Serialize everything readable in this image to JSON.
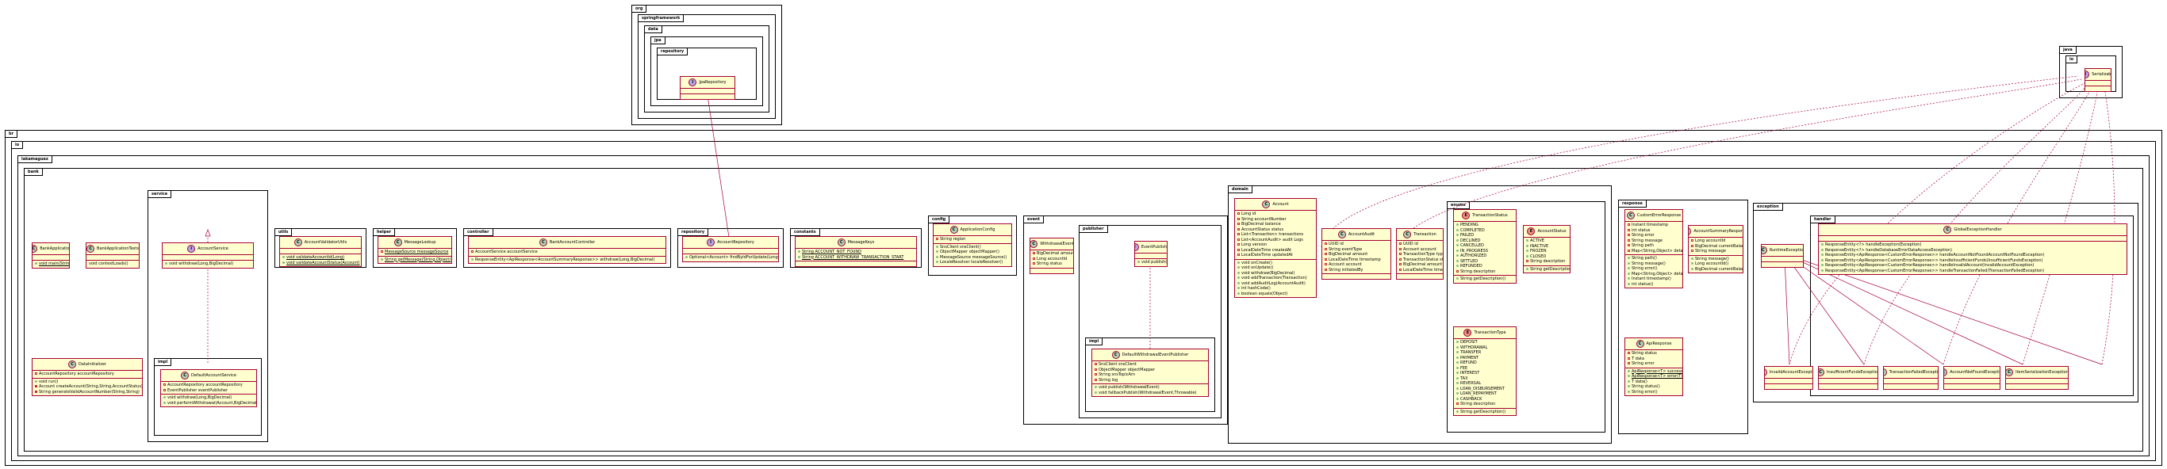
{
  "packages": {
    "org": "org",
    "springframework": "springframework",
    "data": "data",
    "jpa": "jpa",
    "jpa_repository_pkg": "repository",
    "java": "java",
    "io": "io",
    "br": "br",
    "br_io": "io",
    "lakamaguez": "lakamaguez",
    "bank": "bank",
    "service": "service",
    "service_impl": "impl",
    "utils": "utils",
    "helper": "helper",
    "controller": "controller",
    "repository": "repository",
    "constants": "constants",
    "config": "config",
    "event": "event",
    "publisher": "publisher",
    "publisher_impl": "impl",
    "domain": "domain",
    "enums": "enums",
    "response": "response",
    "exception": "exception",
    "handler": "handler"
  },
  "classes": {
    "jpa_repository": {
      "badge": "I",
      "name": "JpaRepository",
      "fields": [],
      "methods": []
    },
    "serializable": {
      "badge": "I",
      "name": "Serializable",
      "fields": [],
      "methods": []
    },
    "bank_application": {
      "badge": "C",
      "name": "BankApplication",
      "fields": [],
      "methods": [
        {
          "v": "pub",
          "t": "void main(String[])",
          "static": true
        }
      ]
    },
    "bank_application_tests": {
      "badge": "C",
      "name": "BankApplicationTests",
      "fields": [],
      "methods": [
        {
          "v": "",
          "t": "void contextLoads()"
        }
      ]
    },
    "data_initializer": {
      "badge": "C",
      "name": "DataInitializer",
      "fields": [
        {
          "v": "priv-o",
          "t": "AccountRepository accountRepository"
        }
      ],
      "methods": [
        {
          "v": "pub",
          "t": "void run()"
        },
        {
          "v": "priv",
          "t": "Account createAccount(String,String,AccountStatus)"
        },
        {
          "v": "priv",
          "t": "String generateValidAccountNumber(String,String)"
        }
      ]
    },
    "account_service": {
      "badge": "I",
      "name": "AccountService",
      "fields": [],
      "methods": [
        {
          "v": "pub",
          "t": "void withdraw(Long,BigDecimal)"
        }
      ]
    },
    "default_account_service": {
      "badge": "C",
      "name": "DefaultAccountService",
      "fields": [
        {
          "v": "priv-o",
          "t": "AccountRepository accountRepository"
        },
        {
          "v": "priv-o",
          "t": "EventPublisher eventPublisher"
        }
      ],
      "methods": [
        {
          "v": "pub",
          "t": "void withdraw(Long,BigDecimal)"
        },
        {
          "v": "pub",
          "t": "void performWithdrawal(Account,BigDecimal)"
        }
      ]
    },
    "account_validator_utils": {
      "badge": "C",
      "name": "AccountValidatorUtils",
      "fields": [],
      "methods": [
        {
          "v": "pub",
          "t": "void validateAccountId(Long)",
          "static": true
        },
        {
          "v": "pub",
          "t": "void validateAccountStatus(Account)",
          "static": true
        }
      ]
    },
    "message_lookup": {
      "badge": "C",
      "name": "MessageLookup",
      "fields": [
        {
          "v": "priv-o",
          "t": "MessageSource messageSource",
          "static": true
        }
      ],
      "methods": [
        {
          "v": "pub",
          "t": "String getMessage(String,Object)",
          "static": true
        }
      ]
    },
    "bank_account_controller": {
      "badge": "C",
      "name": "BankAccountController",
      "fields": [
        {
          "v": "priv-o",
          "t": "AccountService accountService"
        }
      ],
      "methods": [
        {
          "v": "pub",
          "t": "ResponseEntity<ApiResponse<AccountSummaryResponse>> withdraw(Long,BigDecimal)"
        }
      ]
    },
    "account_repository": {
      "badge": "I",
      "name": "AccountRepository",
      "fields": [],
      "methods": [
        {
          "v": "pub",
          "t": "Optional<Account> findByIdForUpdate(Long)"
        }
      ]
    },
    "message_keys": {
      "badge": "C",
      "name": "MessageKeys",
      "fields": [
        {
          "v": "pub",
          "t": "String ACCOUNT_NOT_FOUND",
          "static": true
        },
        {
          "v": "pub",
          "t": "String ACCOUNT_WITHDRAW_TRANSACTION_START",
          "static": true
        }
      ],
      "methods": []
    },
    "application_config": {
      "badge": "C",
      "name": "ApplicationConfig",
      "fields": [
        {
          "v": "priv-o",
          "t": "String region"
        }
      ],
      "methods": [
        {
          "v": "pub",
          "t": "SnsClient snsClient()"
        },
        {
          "v": "pub",
          "t": "ObjectMapper objectMapper()"
        },
        {
          "v": "pub",
          "t": "MessageSource messageSource()"
        },
        {
          "v": "pub",
          "t": "LocaleResolver localeResolver()"
        }
      ]
    },
    "withdrawal_event": {
      "badge": "C",
      "name": "WithdrawalEvent",
      "fields": [
        {
          "v": "priv-o",
          "t": "BigDecimal amount"
        },
        {
          "v": "priv-o",
          "t": "Long accountId"
        },
        {
          "v": "priv-o",
          "t": "String status"
        }
      ],
      "methods": []
    },
    "event_publisher": {
      "badge": "I",
      "name": "EventPublisher",
      "fields": [],
      "methods": [
        {
          "v": "pub",
          "t": "void publish(T)"
        }
      ]
    },
    "default_withdrawal_event_publisher": {
      "badge": "C",
      "name": "DefaultWithdrawalEventPublisher",
      "fields": [
        {
          "v": "priv-o",
          "t": "SnsClient snsClient"
        },
        {
          "v": "priv-o",
          "t": "ObjectMapper objectMapper"
        },
        {
          "v": "priv-o",
          "t": "String snsTopicArn"
        },
        {
          "v": "priv-o",
          "t": "String log"
        }
      ],
      "methods": [
        {
          "v": "pub",
          "t": "void publish(WithdrawalEvent)"
        },
        {
          "v": "pub",
          "t": "void fallbackPublish(WithdrawalEvent,Throwable)"
        }
      ]
    },
    "account": {
      "badge": "C",
      "name": "Account",
      "fields": [
        {
          "v": "priv-o",
          "t": "Long id"
        },
        {
          "v": "priv-o",
          "t": "String accountNumber"
        },
        {
          "v": "priv-o",
          "t": "BigDecimal balance"
        },
        {
          "v": "priv-o",
          "t": "AccountStatus status"
        },
        {
          "v": "priv-o",
          "t": "List<Transaction> transactions"
        },
        {
          "v": "priv-o",
          "t": "List<AccountAudit> audit Logs"
        },
        {
          "v": "priv-o",
          "t": "Long version"
        },
        {
          "v": "priv-o",
          "t": "LocalDateTime createdAt"
        },
        {
          "v": "priv-o",
          "t": "LocalDateTime updatedAt"
        }
      ],
      "methods": [
        {
          "v": "pub",
          "t": "void onCreate()"
        },
        {
          "v": "pub",
          "t": "void onUpdate()"
        },
        {
          "v": "pub",
          "t": "void withdraw(BigDecimal)"
        },
        {
          "v": "pub",
          "t": "void addTransaction(Transaction)"
        },
        {
          "v": "pub",
          "t": "void addAuditLog(AccountAudit)"
        },
        {
          "v": "pub",
          "t": "int hashCode()"
        },
        {
          "v": "pub",
          "t": "boolean equals(Object)"
        }
      ]
    },
    "account_audit": {
      "badge": "C",
      "name": "AccountAudit",
      "fields": [
        {
          "v": "priv-o",
          "t": "UUID id"
        },
        {
          "v": "priv-o",
          "t": "String eventType"
        },
        {
          "v": "priv-o",
          "t": "BigDecimal amount"
        },
        {
          "v": "priv-o",
          "t": "LocalDateTime timestamp"
        },
        {
          "v": "priv-o",
          "t": "Account account"
        },
        {
          "v": "priv-o",
          "t": "String initiatedBy"
        }
      ],
      "methods": []
    },
    "transaction": {
      "badge": "C",
      "name": "Transaction",
      "fields": [
        {
          "v": "priv-o",
          "t": "UUID id"
        },
        {
          "v": "priv-o",
          "t": "Account account"
        },
        {
          "v": "priv-o",
          "t": "TransactionType type"
        },
        {
          "v": "priv-o",
          "t": "TransactionStatus status"
        },
        {
          "v": "priv-o",
          "t": "BigDecimal amount"
        },
        {
          "v": "priv-o",
          "t": "LocalDateTime time"
        }
      ],
      "methods": []
    },
    "transaction_status": {
      "badge": "E",
      "name": "TransactionStatus",
      "fields": [
        {
          "v": "pub",
          "t": "PENDING"
        },
        {
          "v": "pub",
          "t": "COMPLETED"
        },
        {
          "v": "pub",
          "t": "FAILED"
        },
        {
          "v": "pub",
          "t": "DECLINED"
        },
        {
          "v": "pub",
          "t": "CANCELLED"
        },
        {
          "v": "pub",
          "t": "IN_PROGRESS"
        },
        {
          "v": "pub",
          "t": "AUTHORIZED"
        },
        {
          "v": "pub",
          "t": "SETTLED"
        },
        {
          "v": "pub",
          "t": "REFUNDED"
        },
        {
          "v": "priv-o",
          "t": "String description"
        }
      ],
      "methods": [
        {
          "v": "pub",
          "t": "String getDescription()"
        }
      ]
    },
    "account_status": {
      "badge": "E",
      "name": "AccountStatus",
      "fields": [
        {
          "v": "pub",
          "t": "ACTIVE"
        },
        {
          "v": "pub",
          "t": "INACTIVE"
        },
        {
          "v": "pub",
          "t": "FROZEN"
        },
        {
          "v": "pub",
          "t": "CLOSED"
        },
        {
          "v": "priv-o",
          "t": "String description"
        }
      ],
      "methods": [
        {
          "v": "pub",
          "t": "String getDescription()"
        }
      ]
    },
    "transaction_type": {
      "badge": "E",
      "name": "TransactionType",
      "fields": [
        {
          "v": "pub",
          "t": "DEPOSIT"
        },
        {
          "v": "pub",
          "t": "WITHDRAWAL"
        },
        {
          "v": "pub",
          "t": "TRANSFER"
        },
        {
          "v": "pub",
          "t": "PAYMENT"
        },
        {
          "v": "pub",
          "t": "REFUND"
        },
        {
          "v": "pub",
          "t": "FEE"
        },
        {
          "v": "pub",
          "t": "INTEREST"
        },
        {
          "v": "pub",
          "t": "TAX"
        },
        {
          "v": "pub",
          "t": "REVERSAL"
        },
        {
          "v": "pub",
          "t": "LOAN_DISBURSEMENT"
        },
        {
          "v": "pub",
          "t": "LOAN_REPAYMENT"
        },
        {
          "v": "pub",
          "t": "CASHBACK"
        },
        {
          "v": "priv-o",
          "t": "String description"
        }
      ],
      "methods": [
        {
          "v": "pub",
          "t": "String getDescription()"
        }
      ]
    },
    "custom_error_response": {
      "badge": "C",
      "name": "CustomErrorResponse",
      "fields": [
        {
          "v": "priv-o",
          "t": "Instant timestamp"
        },
        {
          "v": "priv-o",
          "t": "int status"
        },
        {
          "v": "priv-o",
          "t": "String error"
        },
        {
          "v": "priv-o",
          "t": "String message"
        },
        {
          "v": "priv-o",
          "t": "String path"
        },
        {
          "v": "priv-o",
          "t": "Map<String,Object> details"
        }
      ],
      "methods": [
        {
          "v": "pub",
          "t": "String path()"
        },
        {
          "v": "pub",
          "t": "String message()"
        },
        {
          "v": "pub",
          "t": "String error()"
        },
        {
          "v": "pub",
          "t": "Map<String,Object> details()"
        },
        {
          "v": "pub",
          "t": "Instant timestamp()"
        },
        {
          "v": "pub",
          "t": "int status()"
        }
      ]
    },
    "account_summary_response": {
      "badge": "C",
      "name": "AccountSummaryResponse",
      "fields": [
        {
          "v": "priv-o",
          "t": "Long accountId"
        },
        {
          "v": "priv-o",
          "t": "BigDecimal currentBalance"
        },
        {
          "v": "priv-o",
          "t": "String message"
        }
      ],
      "methods": [
        {
          "v": "pub",
          "t": "String message()"
        },
        {
          "v": "pub",
          "t": "Long accountId()"
        },
        {
          "v": "pub",
          "t": "BigDecimal currentBalance()"
        }
      ]
    },
    "api_response": {
      "badge": "C",
      "name": "ApiResponse",
      "fields": [
        {
          "v": "priv-o",
          "t": "String status"
        },
        {
          "v": "priv-o",
          "t": "T data"
        },
        {
          "v": "priv-o",
          "t": "String error"
        }
      ],
      "methods": [
        {
          "v": "pub",
          "t": "ApiResponse<T> success(T)",
          "static": true
        },
        {
          "v": "pub",
          "t": "ApiResponse<T> error(T)",
          "static": true
        },
        {
          "v": "pub",
          "t": "T data()"
        },
        {
          "v": "pub",
          "t": "String status()"
        },
        {
          "v": "pub",
          "t": "String error()"
        }
      ]
    },
    "runtime_exception": {
      "badge": "C",
      "name": "RuntimeException",
      "fields": [],
      "methods": []
    },
    "global_exception_handler": {
      "badge": "C",
      "name": "GlobalExceptionHandler",
      "fields": [],
      "methods": [
        {
          "v": "pub",
          "t": "ResponseEntity<?> handleException(Exception)"
        },
        {
          "v": "pub",
          "t": "ResponseEntity<?> handleDatabaseErrorDataAccessException)"
        },
        {
          "v": "pub",
          "t": "ResponseEntity<ApiResponse<CustomErrorResponse>> handleAccountNotFoundAccountNotFoundException)"
        },
        {
          "v": "pub",
          "t": "ResponseEntity<ApiResponse<CustomErrorResponse>> handleInsufficientFunds(InsufficientFundsException)"
        },
        {
          "v": "pub",
          "t": "ResponseEntity<ApiResponse<CustomErrorResponse>> handleInvalidAccount(InvalidAccountException)"
        },
        {
          "v": "pub",
          "t": "ResponseEntity<ApiResponse<CustomErrorResponse>> handleTransactionFailed(TransactionFailedException)"
        }
      ]
    },
    "invalid_account_exception": {
      "badge": "C",
      "name": "InvalidAccountException",
      "fields": [],
      "methods": []
    },
    "insufficient_funds_exception": {
      "badge": "C",
      "name": "InsufficientFundsException",
      "fields": [],
      "methods": []
    },
    "transaction_failed_exception": {
      "badge": "C",
      "name": "TransactionFailedException",
      "fields": [],
      "methods": []
    },
    "account_not_found_exception": {
      "badge": "C",
      "name": "AccountNotFoundException",
      "fields": [],
      "methods": []
    },
    "item_serialization_exception": {
      "badge": "C",
      "name": "ItemSerializationException",
      "fields": [],
      "methods": []
    }
  },
  "colors": {
    "class_border": "#a80036",
    "class_fill": "#fefece",
    "badge_class": "#add1b2",
    "badge_interface": "#b4a7e5",
    "badge_enum": "#eb937f",
    "edge": "#a80036"
  }
}
